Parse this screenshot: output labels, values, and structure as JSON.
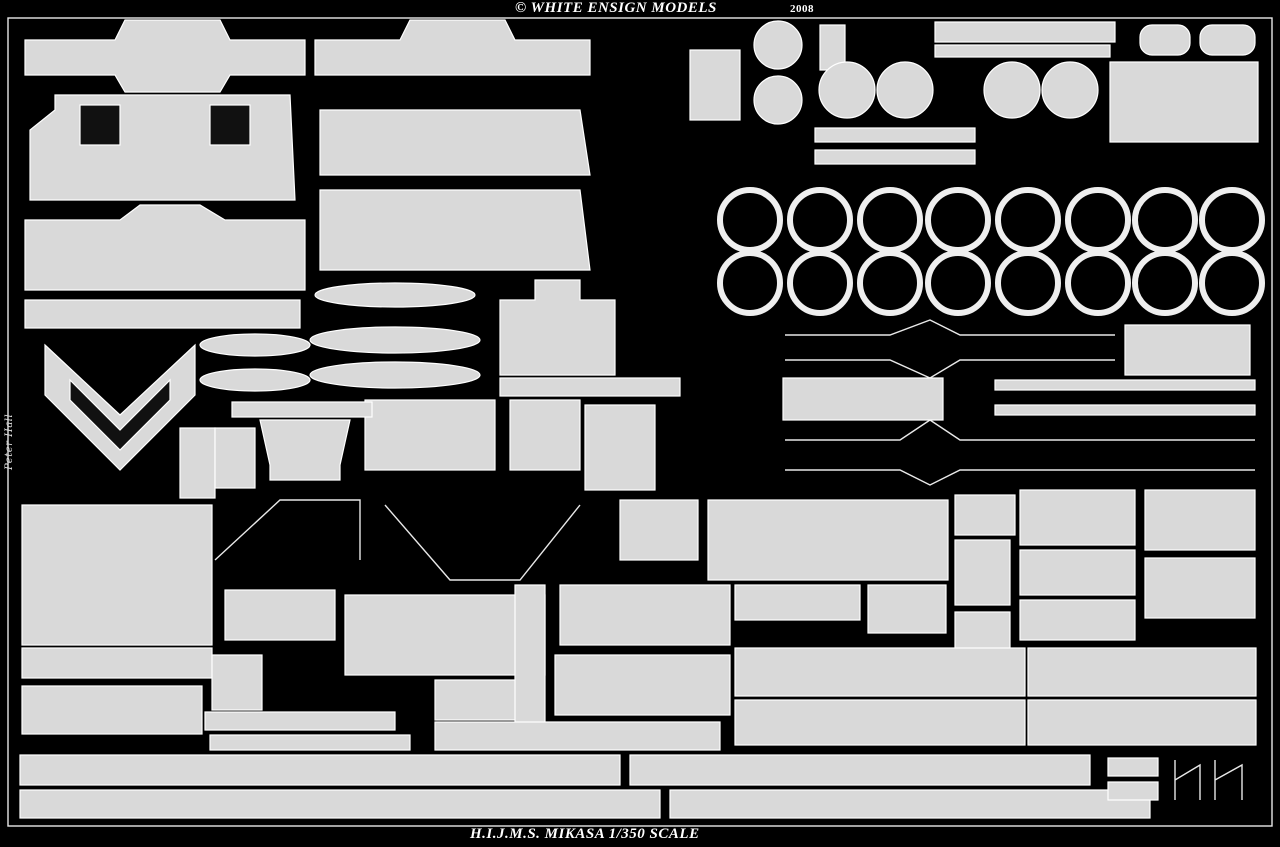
{
  "sheet": {
    "maker_line": "©  WHITE ENSIGN MODELS",
    "year": "2008",
    "title": "H.I.J.M.S. MIKASA  1/350 SCALE",
    "signature": "Peter Hall"
  },
  "colors": {
    "background": "#000000",
    "etch_metal": "#d9d9d9",
    "edge": "#ffffff"
  }
}
